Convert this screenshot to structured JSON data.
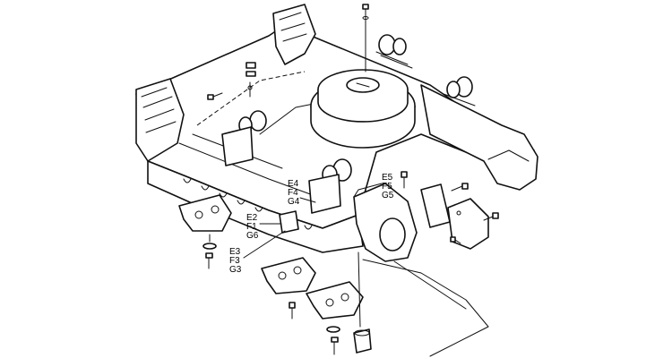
{
  "callouts": [
    {
      "id": "g1",
      "lines": [
        "E5",
        "F5",
        "G5"
      ]
    },
    {
      "id": "g2",
      "lines": [
        "E4",
        "F4",
        "G4"
      ]
    },
    {
      "id": "g3",
      "lines": [
        "E2",
        "F1",
        "G6"
      ]
    },
    {
      "id": "g4",
      "lines": [
        "E3",
        "F3",
        "G3"
      ]
    }
  ]
}
